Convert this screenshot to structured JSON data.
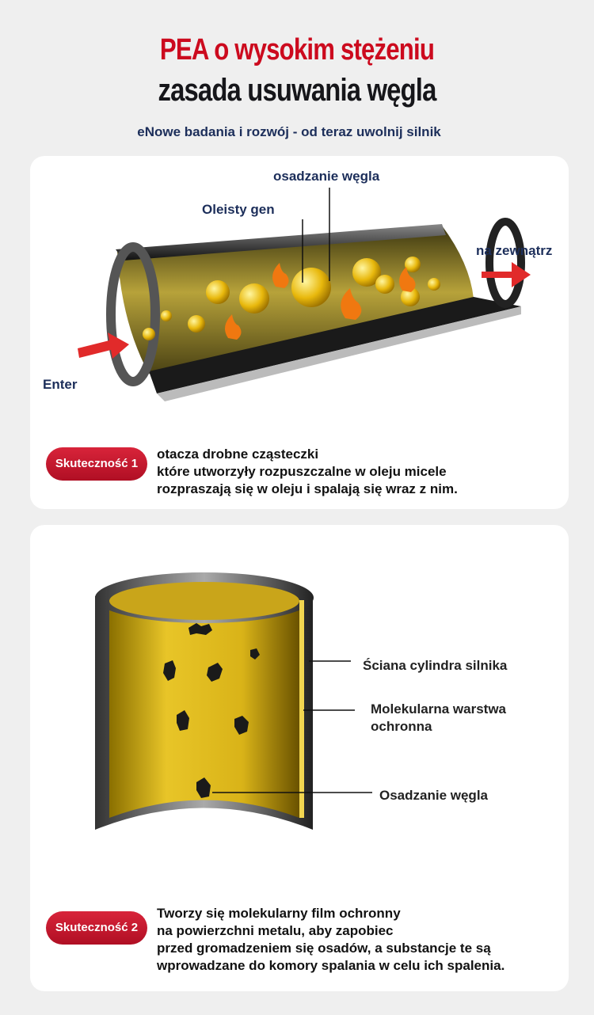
{
  "header": {
    "title_line1": "PEA o wysokim stężeniu",
    "title_line2": "zasada usuwania węgla",
    "subtitle": "eNowe badania i rozwój - od teraz uwolnij silnik"
  },
  "card1": {
    "labels": {
      "carbon_deposit": "osadzanie węgla",
      "oily_gene": "Oleisty gen",
      "outside": "na zewnątrz",
      "enter": "Enter"
    },
    "badge": "Skuteczność 1",
    "description": [
      "otacza drobne cząsteczki",
      "które utworzyły rozpuszczalne w oleju micele",
      "rozpraszają się w oleju i spalają się wraz z nim."
    ]
  },
  "card2": {
    "labels": {
      "cylinder_wall": "Ściana cylindra silnika",
      "protective_layer": "Molekularna warstwa ochronna",
      "carbon_deposit": "Osadzanie węgla"
    },
    "badge": "Skuteczność 2",
    "description": [
      "Tworzy się molekularny film ochronny",
      "na powierzchni metalu, aby zapobiec",
      "przed gromadzeniem się osadów, a substancje te są",
      "wprowadzane do komory spalania w celu ich spalenia."
    ]
  },
  "colors": {
    "accent_red": "#cc0a1e",
    "navy": "#1c2e5a",
    "oil_yellow": "#d8b21c"
  }
}
